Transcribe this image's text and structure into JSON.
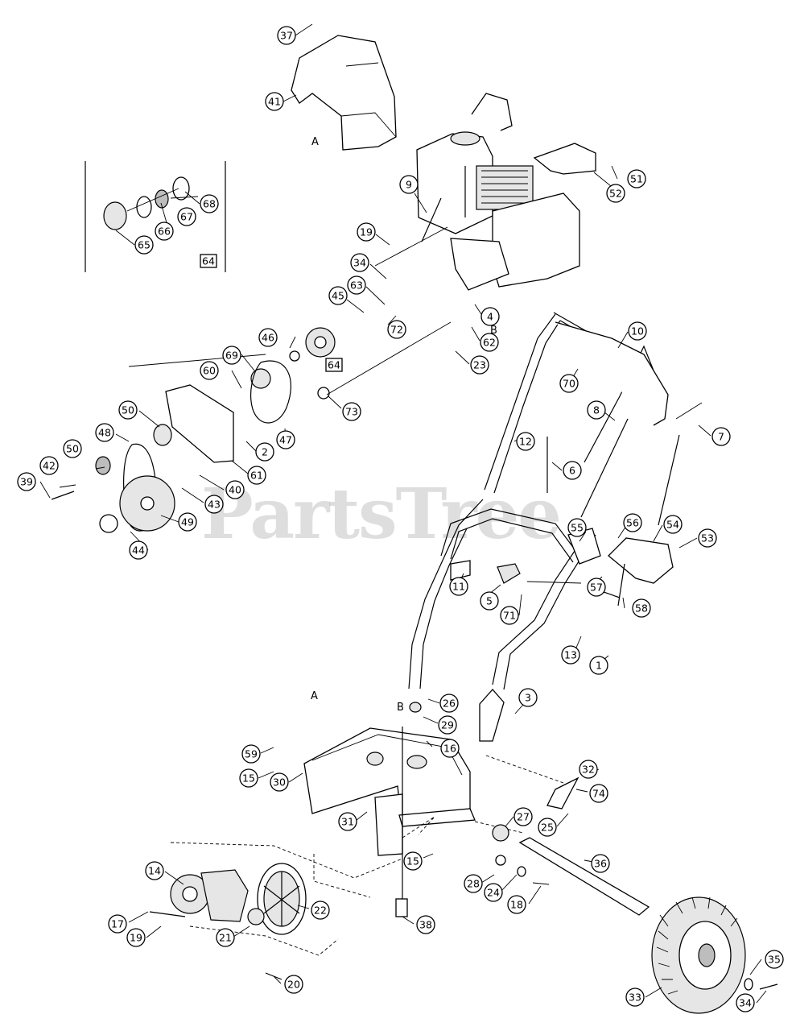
{
  "watermark": "PartsTree",
  "ref_letters": [
    "A",
    "B",
    "B",
    "A"
  ],
  "inset_label": "64",
  "inline_ref_label": "64",
  "callouts": [
    "37",
    "41",
    "51",
    "52",
    "9",
    "19",
    "68",
    "67",
    "66",
    "65",
    "34",
    "63",
    "45",
    "72",
    "4",
    "62",
    "23",
    "46",
    "69",
    "60",
    "47",
    "73",
    "2",
    "61",
    "50",
    "48",
    "50",
    "42",
    "39",
    "40",
    "43",
    "49",
    "44",
    "10",
    "70",
    "8",
    "7",
    "12",
    "6",
    "56",
    "55",
    "54",
    "53",
    "11",
    "5",
    "71",
    "57",
    "58",
    "13",
    "1",
    "3",
    "26",
    "29",
    "16",
    "59",
    "15",
    "30",
    "31",
    "32",
    "74",
    "25",
    "27",
    "15",
    "36",
    "28",
    "24",
    "18",
    "14",
    "22",
    "17",
    "19",
    "21",
    "38",
    "20",
    "35",
    "33",
    "34"
  ]
}
